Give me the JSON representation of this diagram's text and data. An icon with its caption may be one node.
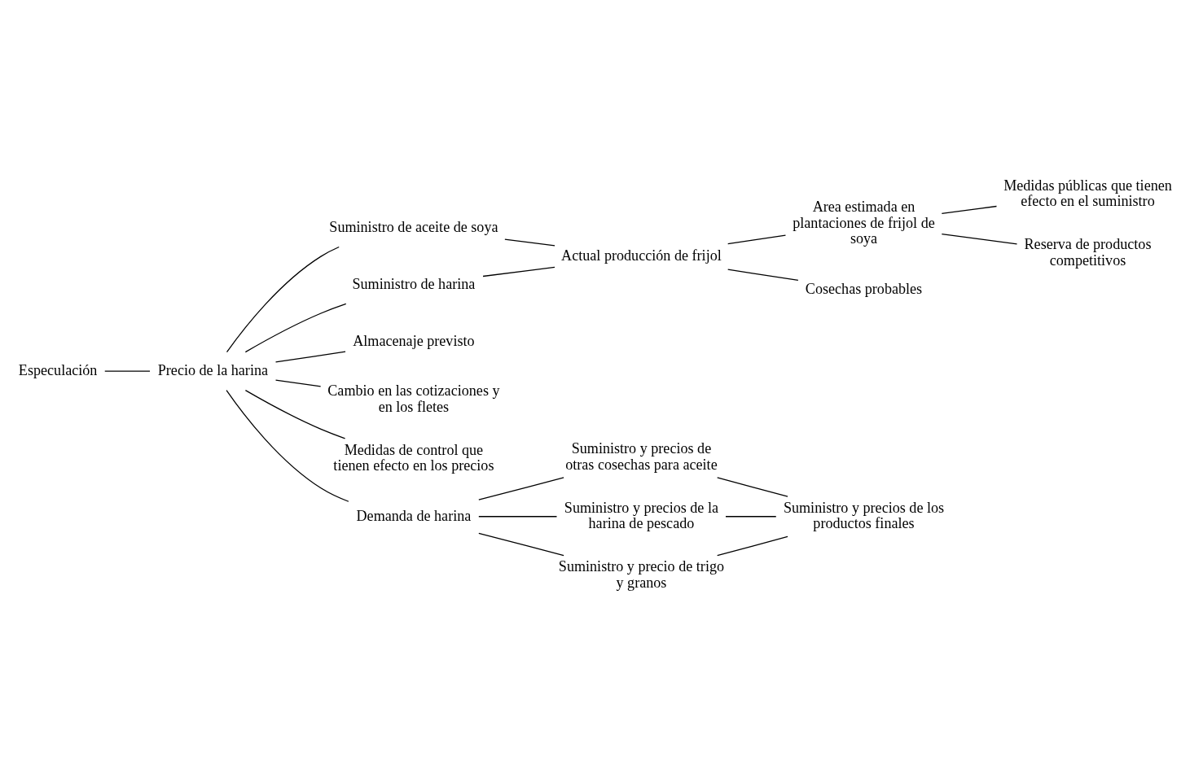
{
  "diagram": {
    "nodes": [
      {
        "text": [
          "Especulación"
        ]
      },
      {
        "text": [
          "Precio de la harina"
        ]
      },
      {
        "text": [
          "Suministro de aceite de soya"
        ]
      },
      {
        "text": [
          "Suministro de harina"
        ]
      },
      {
        "text": [
          "Almacenaje previsto"
        ]
      },
      {
        "text": [
          "Cambio en las cotizaciones y en los fletes"
        ]
      },
      {
        "text": [
          "Medidas de control que tienen efecto en los precios"
        ]
      },
      {
        "text": [
          "Demanda de harina"
        ]
      },
      {
        "text": [
          "Actual producción de frijol"
        ]
      },
      {
        "text": [
          "Area estimada en plantaciones de frijol de soya"
        ]
      },
      {
        "text": [
          "Cosechas probables"
        ]
      },
      {
        "text": [
          "Medidas públicas que tienen efecto en el suministro"
        ]
      },
      {
        "text": [
          "Reserva de productos competitivos"
        ]
      },
      {
        "text": [
          "Suministro y precios de otras cosechas para aceite"
        ]
      },
      {
        "text": [
          "Suministro y precios de la harina de pescado"
        ]
      },
      {
        "text": [
          "Suministro y precio de trigo y granos"
        ]
      },
      {
        "text": [
          "Suministro y precios de los productos finales"
        ]
      }
    ],
    "edges": [
      {
        "from": 0,
        "to": 1,
        "arrow": "none"
      },
      {
        "from": 1,
        "to": 2,
        "arrow": "none"
      },
      {
        "from": 1,
        "to": 3,
        "arrow": "none"
      },
      {
        "from": 1,
        "to": 4,
        "arrow": "none"
      },
      {
        "from": 1,
        "to": 5,
        "arrow": "none"
      },
      {
        "from": 1,
        "to": 6,
        "arrow": "none"
      },
      {
        "from": 1,
        "to": 7,
        "arrow": "none"
      },
      {
        "from": 2,
        "to": 8,
        "arrow": "none"
      },
      {
        "from": 3,
        "to": 8,
        "arrow": "none"
      },
      {
        "from": 8,
        "to": 9,
        "arrow": "none"
      },
      {
        "from": 8,
        "to": 10,
        "arrow": "none"
      },
      {
        "from": 9,
        "to": 11,
        "arrow": "none"
      },
      {
        "from": 9,
        "to": 12,
        "arrow": "none"
      },
      {
        "from": 7,
        "to": 13,
        "arrow": "none"
      },
      {
        "from": 7,
        "to": 14,
        "arrow": "none"
      },
      {
        "from": 7,
        "to": 15,
        "arrow": "none"
      },
      {
        "from": 13,
        "to": 16,
        "arrow": "none"
      },
      {
        "from": 14,
        "to": 16,
        "arrow": "none"
      },
      {
        "from": 15,
        "to": 16,
        "arrow": "none"
      }
    ]
  }
}
